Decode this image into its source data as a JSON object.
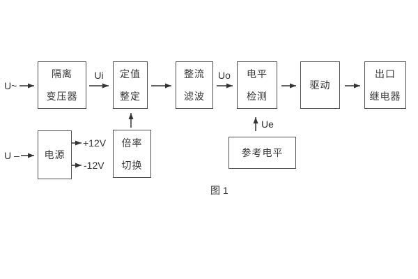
{
  "figure": {
    "caption": "图 1",
    "line_color": "#333333",
    "background_color": "#ffffff"
  },
  "blocks": {
    "isolation_transformer": {
      "line1": "隔离",
      "line2": "变压器"
    },
    "setting_adjust": {
      "line1": "定值",
      "line2": "整定"
    },
    "rectifier_filter": {
      "line1": "整流",
      "line2": "滤波"
    },
    "level_detection": {
      "line1": "电平",
      "line2": "检测"
    },
    "drive": {
      "label": "驱动"
    },
    "output_relay": {
      "line1": "出口",
      "line2": "继电器"
    },
    "power_supply": {
      "label": "电源"
    },
    "ratio_switch": {
      "line1": "倍率",
      "line2": "切换"
    },
    "reference_level": {
      "label": "参考电平"
    }
  },
  "signals": {
    "ac_input": "U~",
    "dc_input": "U –",
    "ui": "Ui",
    "uo": "Uo",
    "ue": "Ue",
    "plus_12v": "+12V",
    "minus_12v": "-12V"
  }
}
